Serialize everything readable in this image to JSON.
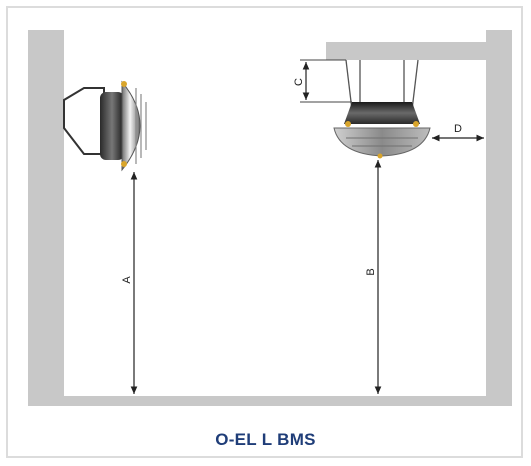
{
  "diagram": {
    "labels": {
      "a": "A",
      "b": "B",
      "c": "C",
      "d": "D"
    },
    "caption": "O-EL L BMS"
  },
  "colors": {
    "wall": "#c8c8c8",
    "line": "#222222",
    "caption": "#1f3d78",
    "accent": "#d9a52b"
  }
}
